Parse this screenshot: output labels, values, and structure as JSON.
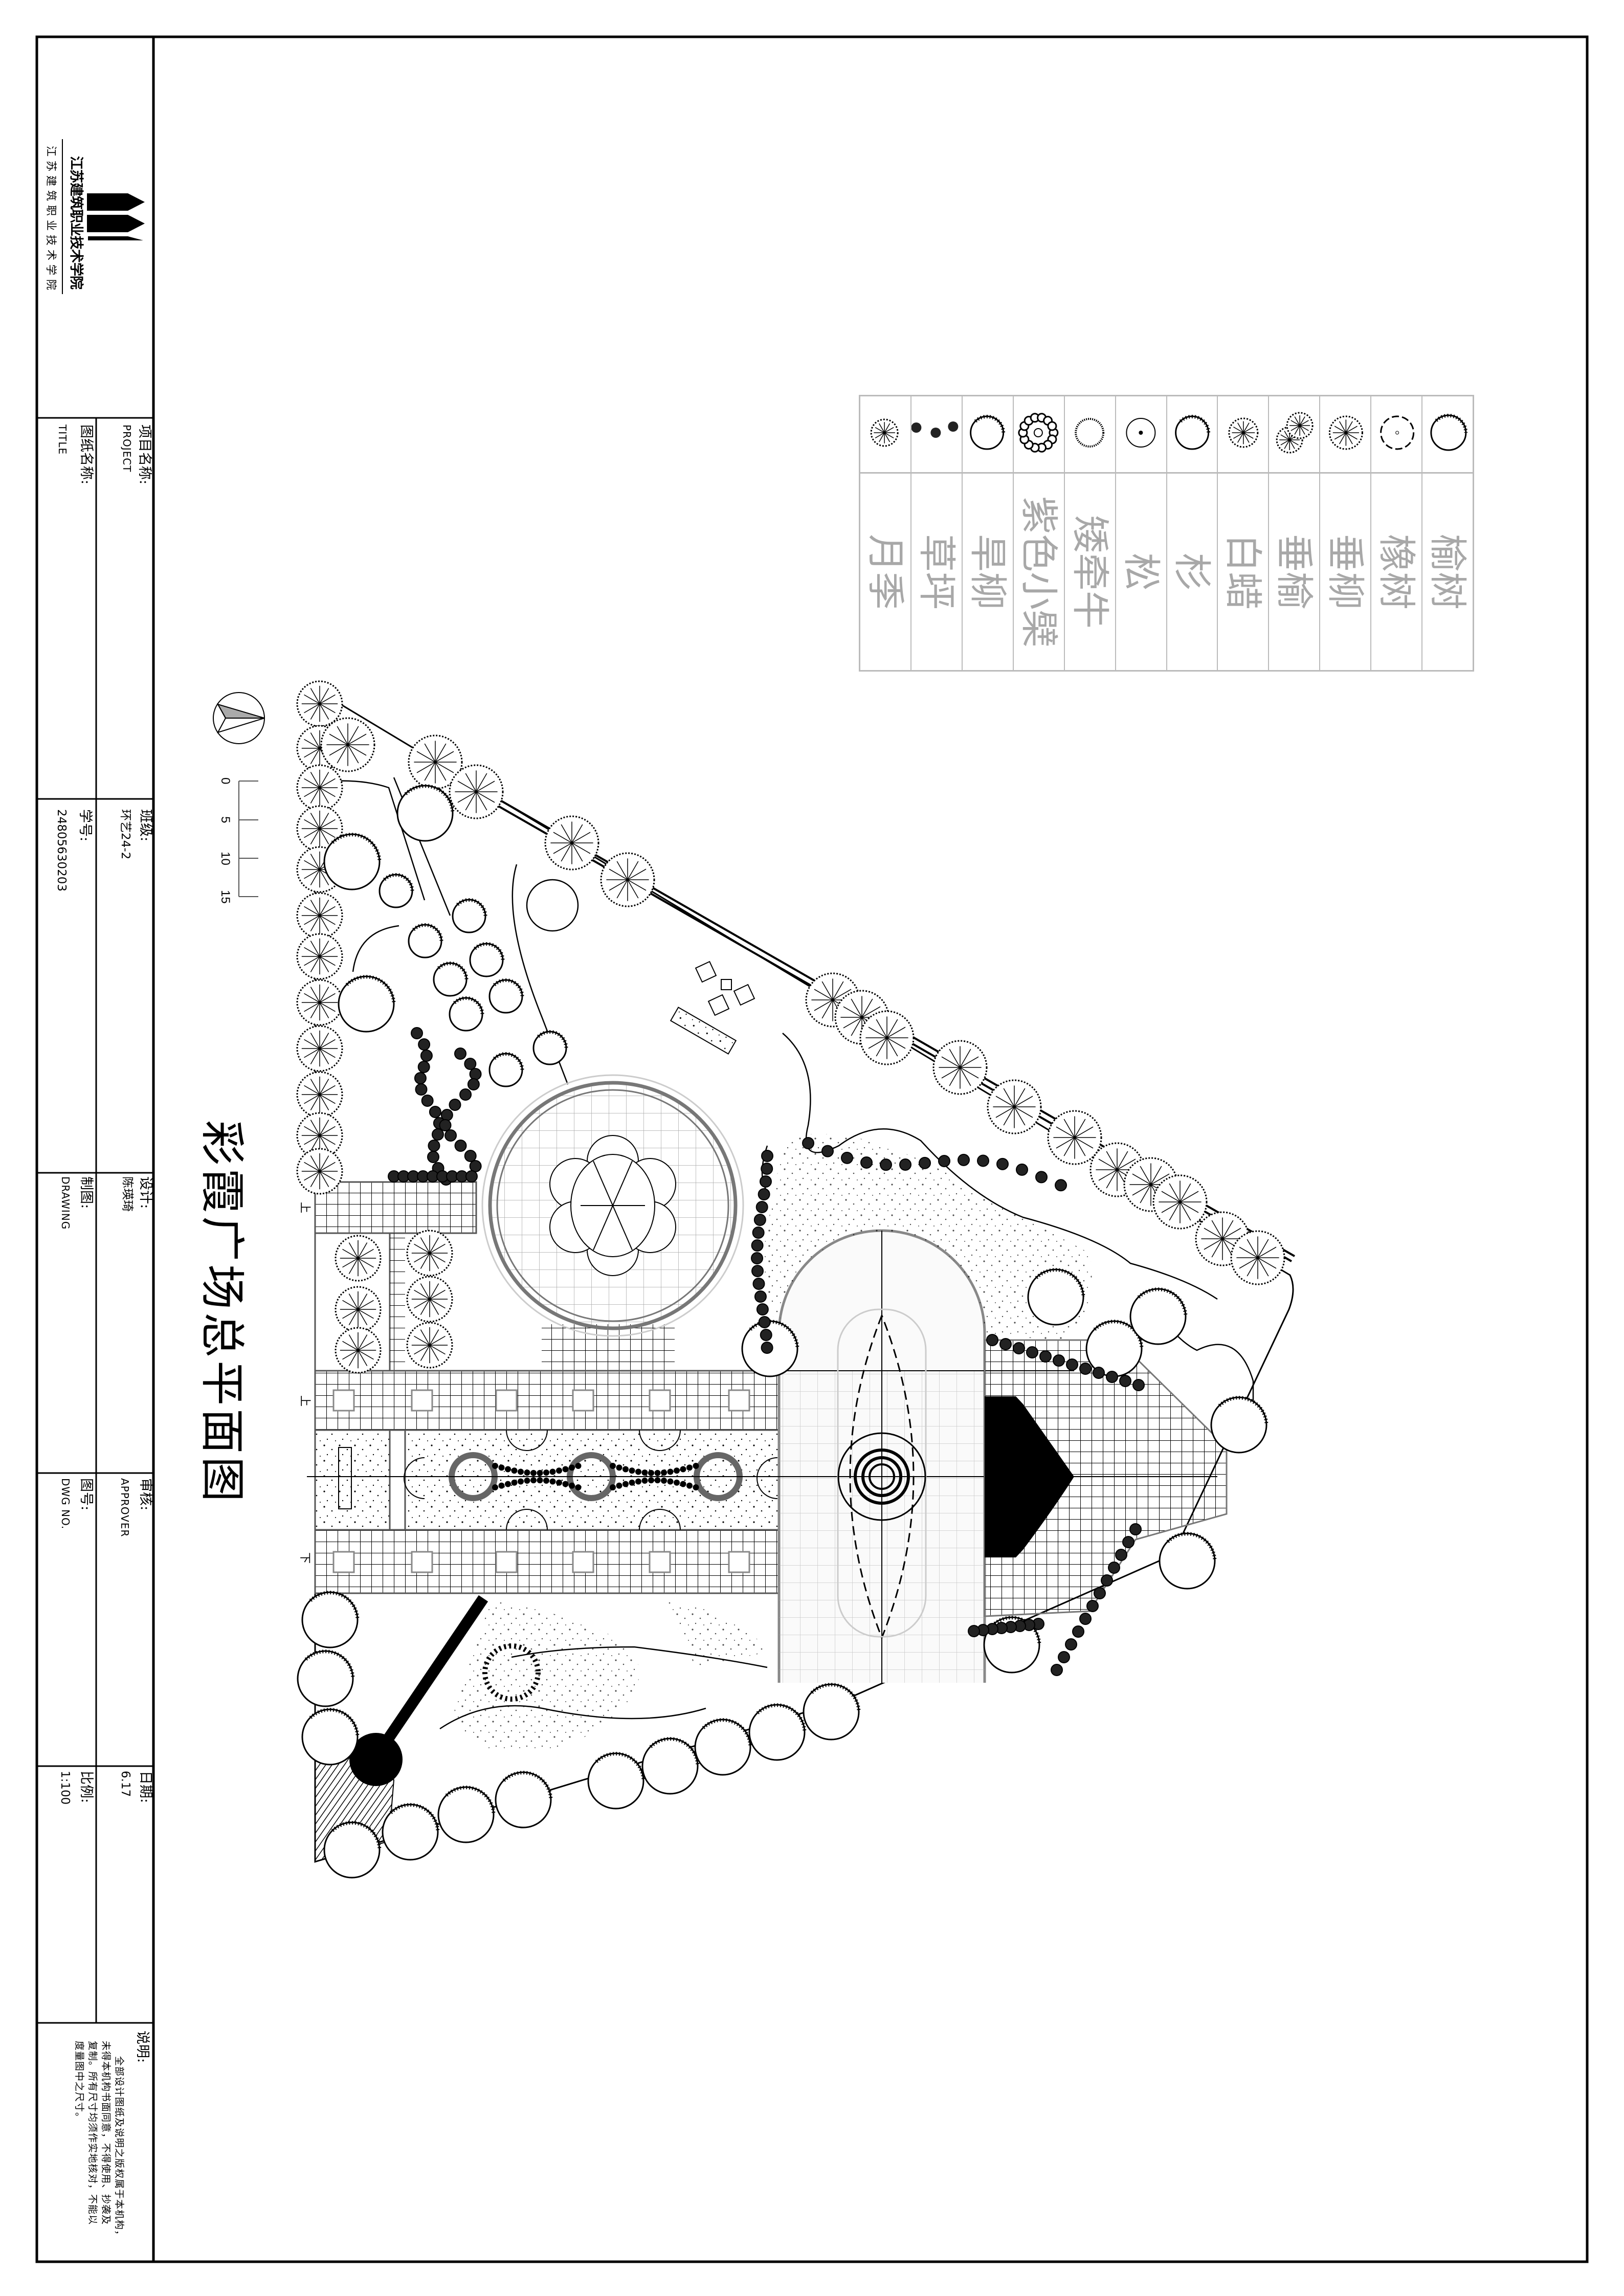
{
  "title_block": {
    "school_name": "江苏建筑职业技术学院",
    "logo_text": "江苏建筑职业技术学院",
    "project_label": "项目名称:",
    "project_label_en": "PROJECT",
    "title_label": "图纸名称:",
    "title_label_en": "TITLE",
    "class_label": "班级:",
    "class_value": "环艺24-2",
    "student_id_label": "学号:",
    "student_id_value": "24805630203",
    "designer_label": "设计:",
    "designer_value": "陈瑛琦",
    "drawing_label": "制图:",
    "drawing_label_en": "DRAWING",
    "approver_label": "审核:",
    "approver_label_en": "APPROVER",
    "dwg_no_label": "图号:",
    "dwg_no_label_en": "DWG NO.",
    "date_label": "日期:",
    "date_value": "6.17",
    "scale_label": "比例:",
    "scale_value": "1:100",
    "notes_label": "说明:",
    "notes_lines": [
      "全部设计图纸及说明之版权属于本机构，",
      "未得本机构书面同意，不得使用、抄袭及",
      "复制。所有尺寸均须作实地核对，不能以",
      "度量图中之尺寸。"
    ]
  },
  "drawing_title": "彩霞广场总平面图",
  "scale_bar": {
    "ticks": [
      "0",
      "5",
      "10",
      "15"
    ]
  },
  "plan_markers": [
    "上",
    "上",
    "下"
  ],
  "legend": [
    {
      "name": "月季",
      "icon": "rose-shrub-icon"
    },
    {
      "name": "草坪",
      "icon": "lawn-grass-icon"
    },
    {
      "name": "旱柳",
      "icon": "dry-willow-icon"
    },
    {
      "name": "紫色小檗",
      "icon": "purple-barberry-hedge-icon"
    },
    {
      "name": "矮牵牛",
      "icon": "petunia-icon"
    },
    {
      "name": "松",
      "icon": "pine-icon"
    },
    {
      "name": "杉",
      "icon": "fir-icon"
    },
    {
      "name": "白蜡",
      "icon": "ash-tree-icon"
    },
    {
      "name": "垂榆",
      "icon": "weeping-elm-icon"
    },
    {
      "name": "垂柳",
      "icon": "weeping-willow-icon"
    },
    {
      "name": "橡树",
      "icon": "oak-icon"
    },
    {
      "name": "榆树",
      "icon": "elm-icon"
    }
  ]
}
